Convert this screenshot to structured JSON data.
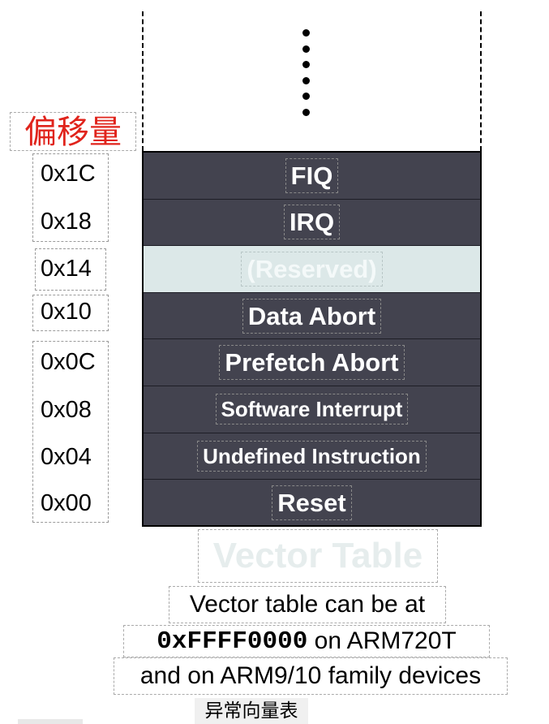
{
  "offset_title": "偏移量",
  "offsets": [
    "0x1C",
    "0x18",
    "0x14",
    "0x10",
    "0x0C",
    "0x08",
    "0x04",
    "0x00"
  ],
  "vector_table": {
    "entries": [
      "FIQ",
      "IRQ",
      "(Reserved)",
      "Data Abort",
      "Prefetch Abort",
      "Software Interrupt",
      "Undefined Instruction",
      "Reset"
    ],
    "caption": "Vector Table",
    "reserved_color": "#dce8e8",
    "entry_color": "#43434f"
  },
  "note": {
    "line1": "Vector table can be at",
    "address": "0xFFFF0000",
    "line2_suffix": " on ARM720T",
    "line3": "and on ARM9/10 family devices"
  },
  "figure_caption": "异常向量表"
}
